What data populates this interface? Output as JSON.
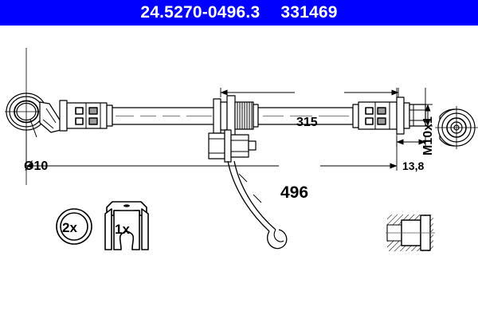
{
  "header": {
    "part_number": "24.5270-0496.3",
    "reference_number": "331469",
    "background_color": "#0000ff",
    "text_color": "#ffffff"
  },
  "drawing": {
    "title": "brake-hose-technical-drawing",
    "line_color": "#000000",
    "background_color": "#ffffff",
    "dimensions": {
      "overall_length": "496",
      "partial_length": "315",
      "fitting_length": "13,8",
      "eye_diameter": "Ø10",
      "thread": "M10x1"
    },
    "components": {
      "banjo_eye": "banjo-eye-fitting",
      "left_crimp": "left-crimp-ferrule",
      "hose_body": "flexible-hose",
      "center_bracket": "center-mounting-bracket",
      "hook_bracket": "j-hook-retainer",
      "right_crimp": "right-crimp-ferrule",
      "threaded_end": "threaded-male-fitting",
      "end_view": "end-view-section"
    },
    "accessories": [
      {
        "name": "sealing-washer",
        "quantity": "2x"
      },
      {
        "name": "retaining-clip",
        "quantity": "1x"
      },
      {
        "name": "section-detail",
        "quantity": ""
      }
    ]
  }
}
